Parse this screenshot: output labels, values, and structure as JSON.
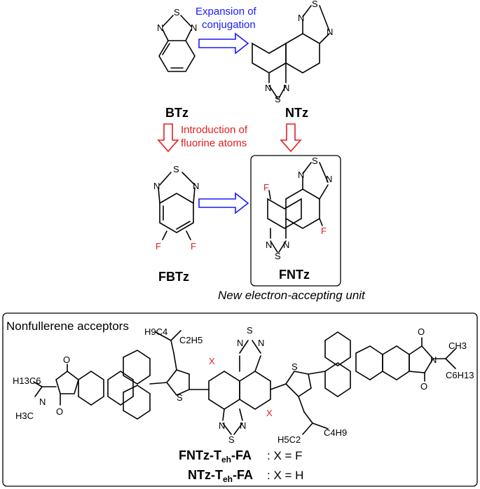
{
  "colors": {
    "blue": "#1a1aff",
    "red": "#e0201f",
    "black": "#000000"
  },
  "compounds": {
    "btz": "BTz",
    "ntz": "NTz",
    "fbtz": "FBTz",
    "fntz": "FNTz"
  },
  "arrows": {
    "conjugation_line1": "Expansion of",
    "conjugation_line2": "conjugation",
    "fluorine_line1": "Introduction of",
    "fluorine_line2": "fluorine atoms"
  },
  "new_unit_caption": "New electron-accepting unit",
  "acceptors": {
    "title": "Nonfullerene acceptors",
    "entry1_name": "FNTz-T",
    "entry1_sub": "eh",
    "entry1_suffix": "-FA",
    "entry1_value": ": X = F",
    "entry2_name": "NTz-T",
    "entry2_sub": "eh",
    "entry2_suffix": "-FA",
    "entry2_value": ": X = H"
  },
  "atoms": {
    "N": "N",
    "S": "S",
    "F": "F",
    "O": "O",
    "X": "X",
    "H13C6": "H13C6",
    "H3C": "H3C",
    "CH3": "CH3",
    "C6H13": "C6H13",
    "H9C4": "H9C4",
    "C2H5": "C2H5",
    "H5C2": "H5C2",
    "C4H9": "C4H9"
  }
}
